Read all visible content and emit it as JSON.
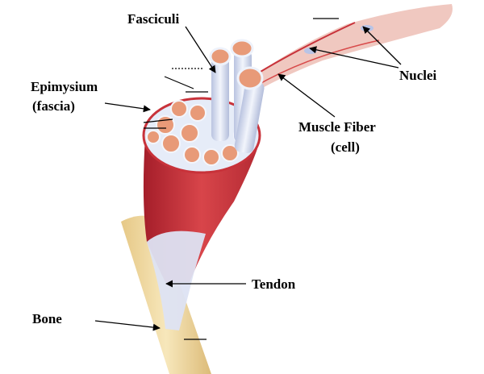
{
  "labels": {
    "fasciculi": "Fasciculi",
    "epimysium": "Epimysium",
    "epimysium_sub": "(fascia)",
    "nuclei": "Nuclei",
    "muscle_fiber": "Muscle Fiber",
    "muscle_fiber_sub": "(cell)",
    "tendon": "Tendon",
    "bone": "Bone"
  },
  "colors": {
    "muscle": "#c8323a",
    "fascicle_interior": "#e89a78",
    "connective": "#dfe6f5",
    "bone": "#efd9a0",
    "arrow": "#000000"
  }
}
